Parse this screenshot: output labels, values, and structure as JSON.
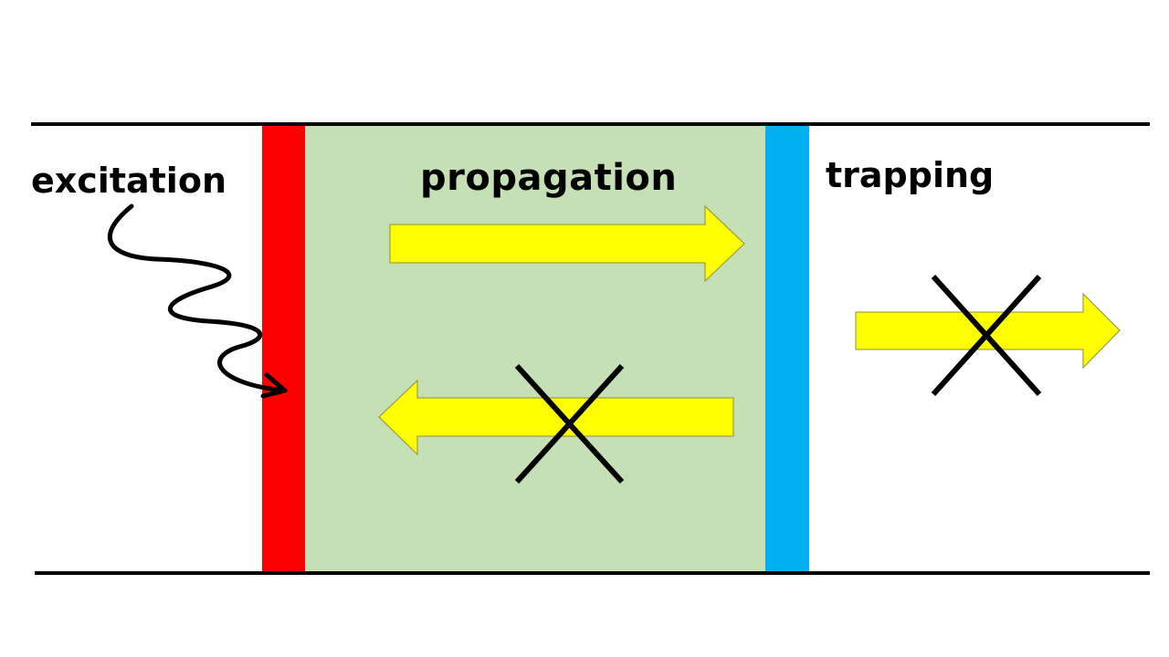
{
  "labels": {
    "excitation": "excitation",
    "propagation": "propagation",
    "trapping": "trapping"
  },
  "colors": {
    "background": "#ffffff",
    "boundary_lines": "#000000",
    "excitation_layer": "#ff0000",
    "propagation_region": "#c5e0b4",
    "trapping_layer": "#00b0f0",
    "arrows": "#ffff00",
    "arrow_outline": "#8c8c3a",
    "cross_marks": "#000000"
  },
  "icons": {
    "wavy_arrow": "wavy-excitation-arrow-icon",
    "blocked": "x-cross-icon"
  }
}
